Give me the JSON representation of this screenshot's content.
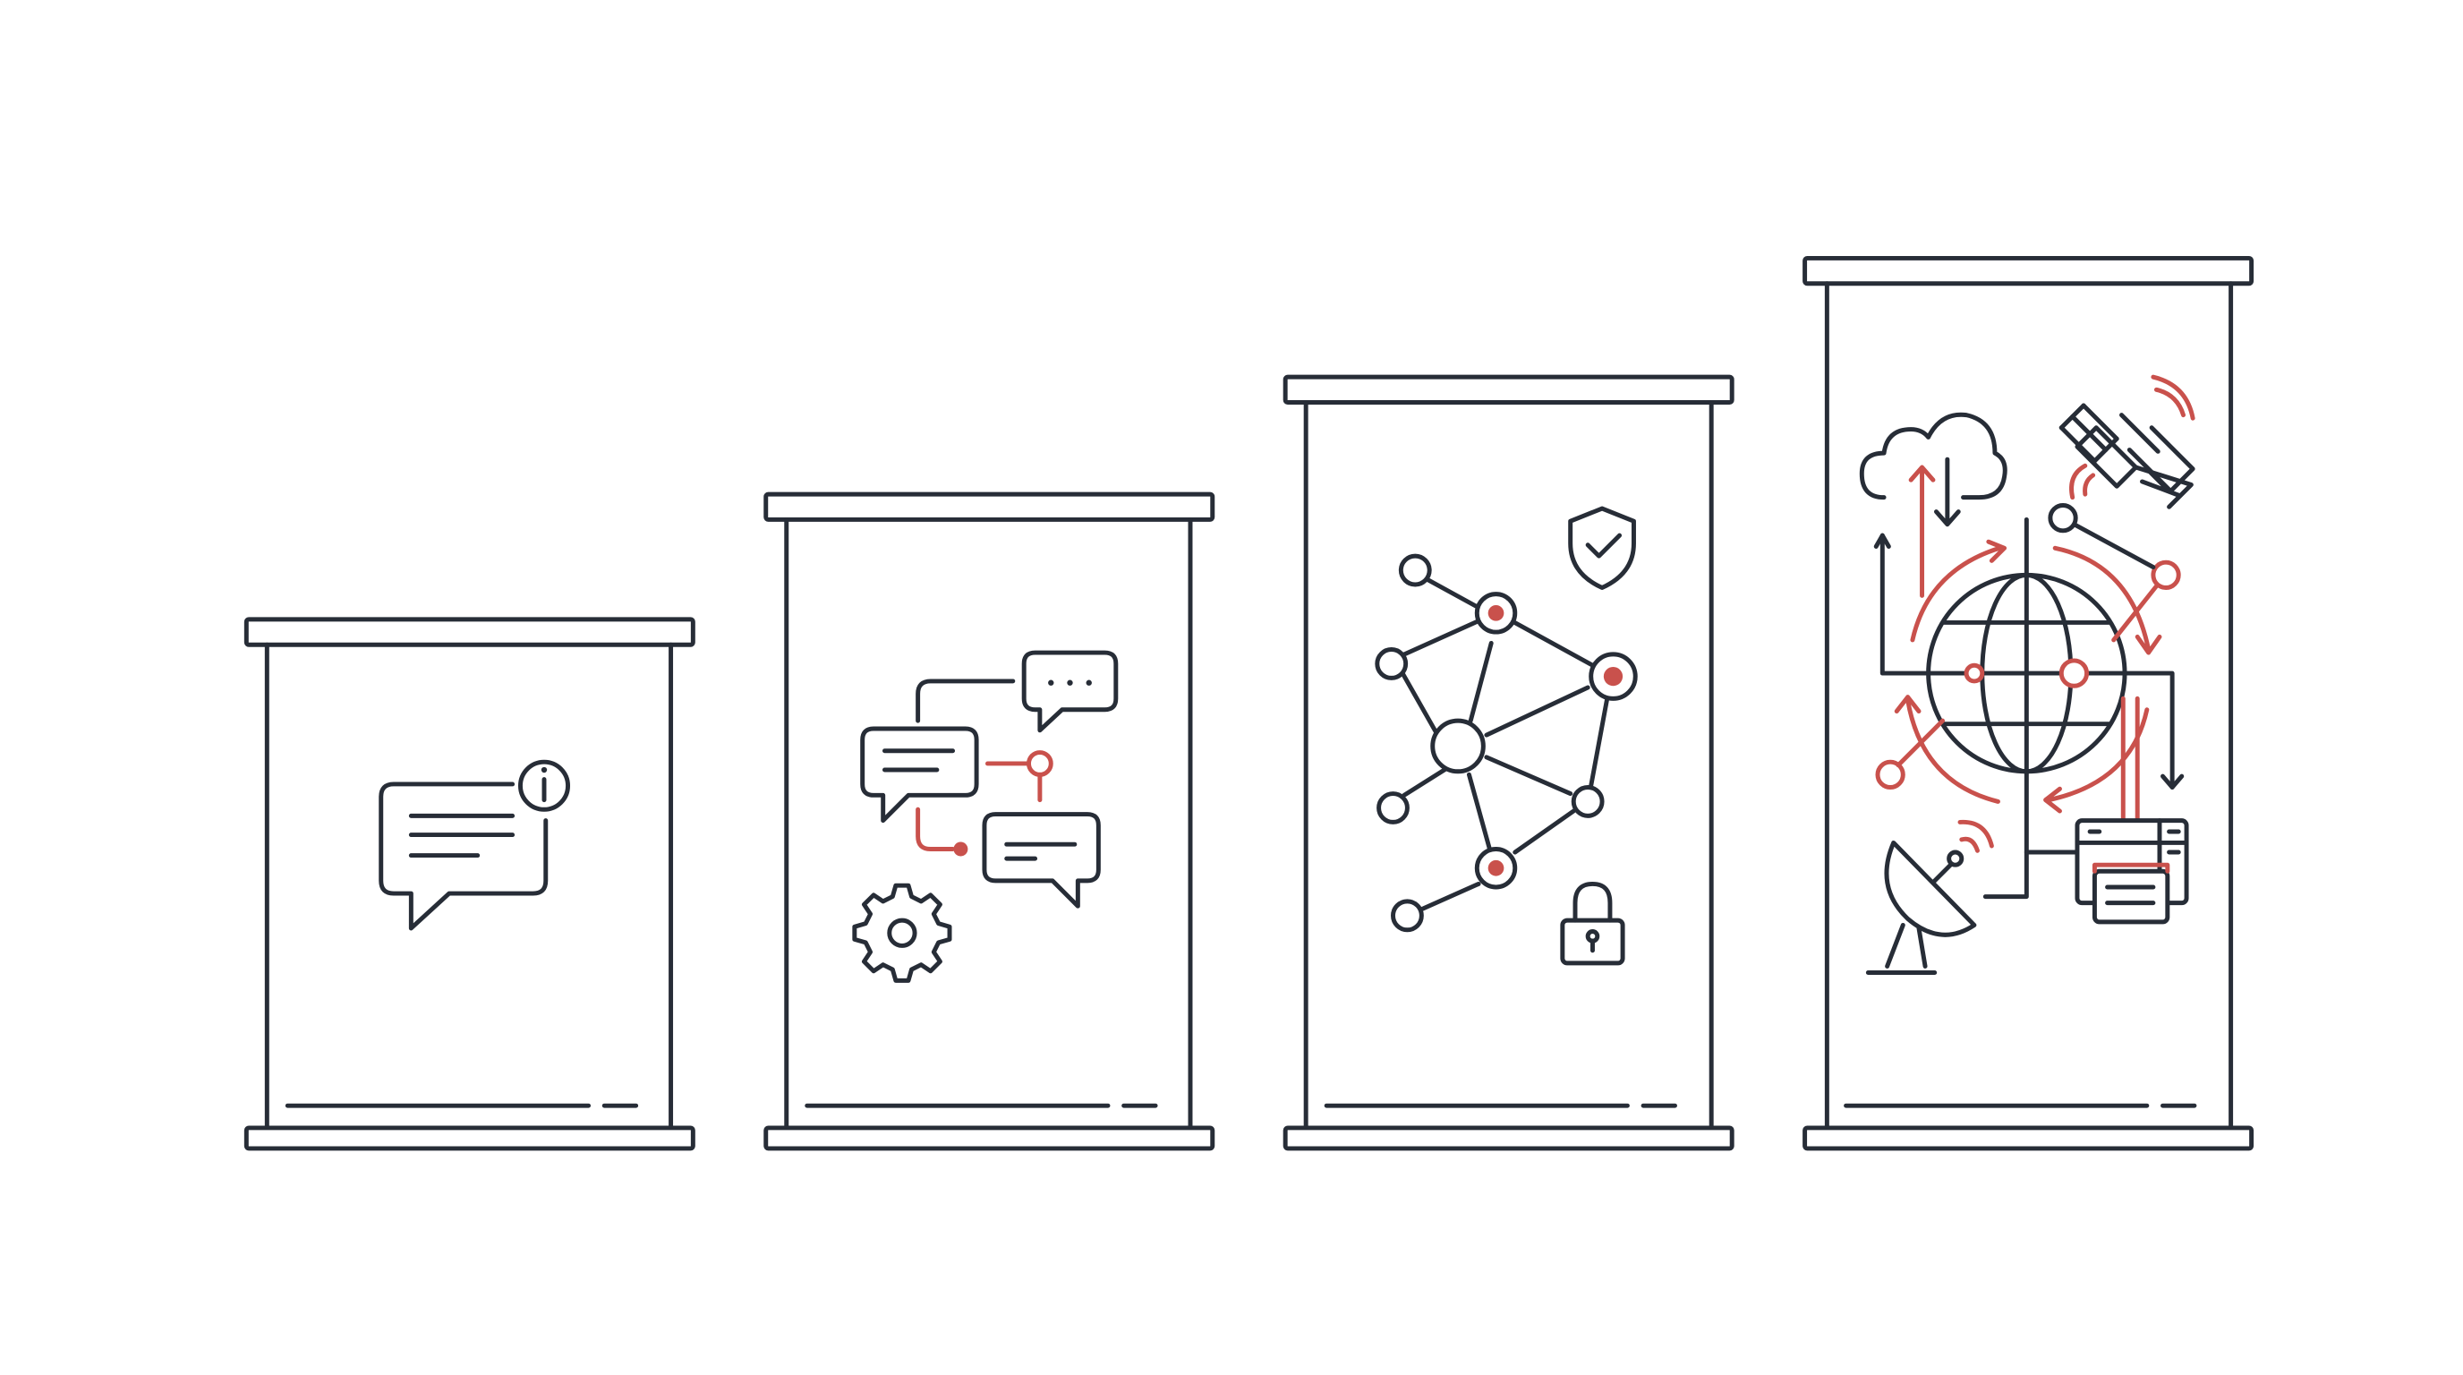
{
  "colors": {
    "ink": "#272d37",
    "accent": "#c9514c",
    "background": "#ffffff"
  },
  "banners": [
    {
      "name": "banner-1",
      "icons": [
        "chat-bubble-icon",
        "info-icon"
      ]
    },
    {
      "name": "banner-2",
      "icons": [
        "chat-bubble-icon",
        "typing-bubble-icon",
        "connector-icon",
        "gear-icon"
      ]
    },
    {
      "name": "banner-3",
      "icons": [
        "network-graph-icon",
        "shield-check-icon",
        "padlock-icon"
      ]
    },
    {
      "name": "banner-4",
      "icons": [
        "cloud-sync-icon",
        "satellite-icon",
        "globe-icon",
        "satellite-dish-icon",
        "server-icon"
      ]
    }
  ]
}
